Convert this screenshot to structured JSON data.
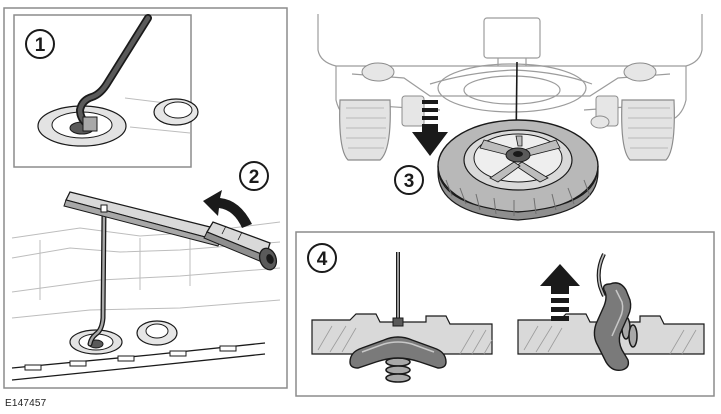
{
  "steps": [
    {
      "number": "1"
    },
    {
      "number": "2"
    },
    {
      "number": "3"
    },
    {
      "number": "4"
    }
  ],
  "reference_code": "E147457",
  "colors": {
    "outline": "#1a1a1a",
    "panel_border": "#8c8c8c",
    "light_gray": "#d9d9d9",
    "mid_gray": "#a8a8a8",
    "dark_gray": "#5a5a5a",
    "arrow_dark": "#1a1a1a",
    "arrow_gray": "#b0b0b0"
  },
  "icons": [
    "wheel-brace-icon",
    "rotate-arrow-icon",
    "down-arrow-icon",
    "up-arrow-icon",
    "spare-wheel-icon",
    "spare-wheel-hook-icon"
  ]
}
